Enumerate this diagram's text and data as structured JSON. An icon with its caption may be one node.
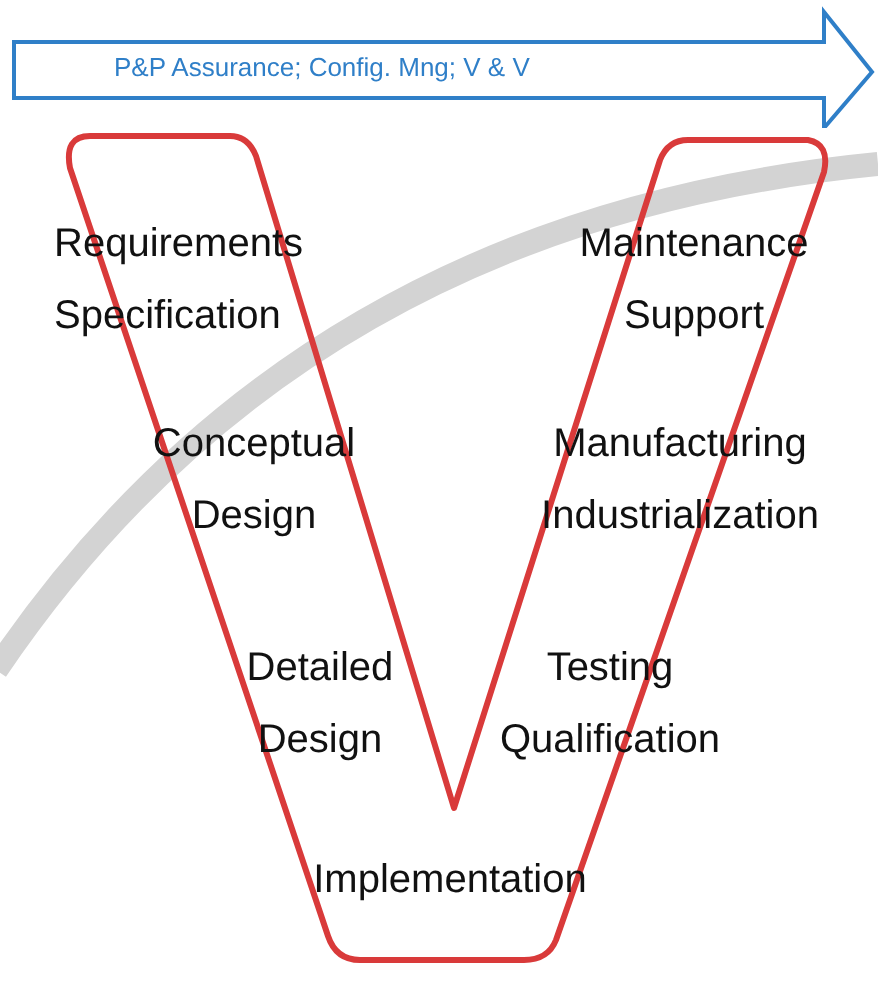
{
  "diagram": {
    "nodes": [
      {
        "text": [
          "P&P Assurance; Config. Mng; V & V"
        ]
      }
    ],
    "edges": [],
    "labels": [
      "Requirements Specification",
      "Maintenance Support",
      "Conceptual Design",
      "Manufacturing Industrialization",
      "Detailed Design",
      "Testing Qualification",
      "Implementation"
    ]
  }
}
